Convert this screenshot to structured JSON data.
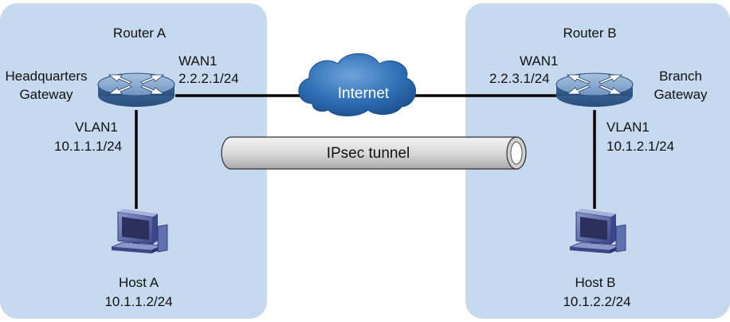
{
  "site_a": {
    "zone_title": "Router A",
    "gateway_line1": "Headquarters",
    "gateway_line2": "Gateway",
    "wan_name": "WAN1",
    "wan_ip": "2.2.2.1/24",
    "vlan_name": "VLAN1",
    "vlan_ip": "10.1.1.1/24",
    "host_name": "Host A",
    "host_ip": "10.1.1.2/24"
  },
  "site_b": {
    "zone_title": "Router B",
    "gateway_line1": "Branch",
    "gateway_line2": "Gateway",
    "wan_name": "WAN1",
    "wan_ip": "2.2.3.1/24",
    "vlan_name": "VLAN1",
    "vlan_ip": "10.1.2.1/24",
    "host_name": "Host B",
    "host_ip": "10.1.2.2/24"
  },
  "internet_label": "Internet",
  "tunnel_label": "IPsec tunnel",
  "colors": {
    "zone_fill": "#c7d9ef",
    "cloud": "#2f6fb4",
    "router_body": "#6e94c1",
    "tunnel": "#dcdcdc",
    "pc_monitor": "#5f6fb0"
  }
}
